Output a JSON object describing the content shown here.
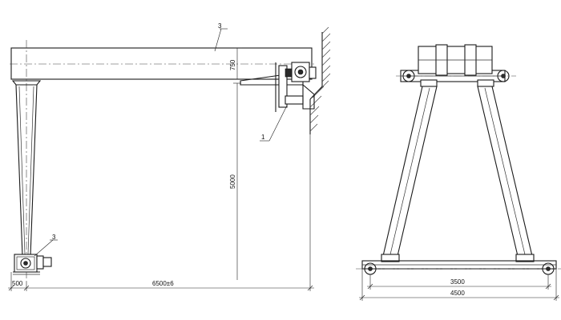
{
  "side_view": {
    "callouts": {
      "top": "3",
      "bottom": "3",
      "bracket": "1"
    },
    "dims": {
      "beam_height": "750",
      "vertical": "5000",
      "left": "500",
      "span": "6500±6"
    }
  },
  "end_view": {
    "dims": {
      "inner": "3500",
      "outer": "4500"
    }
  },
  "colors": {
    "line": "#1a1a1a",
    "background": "#ffffff"
  }
}
